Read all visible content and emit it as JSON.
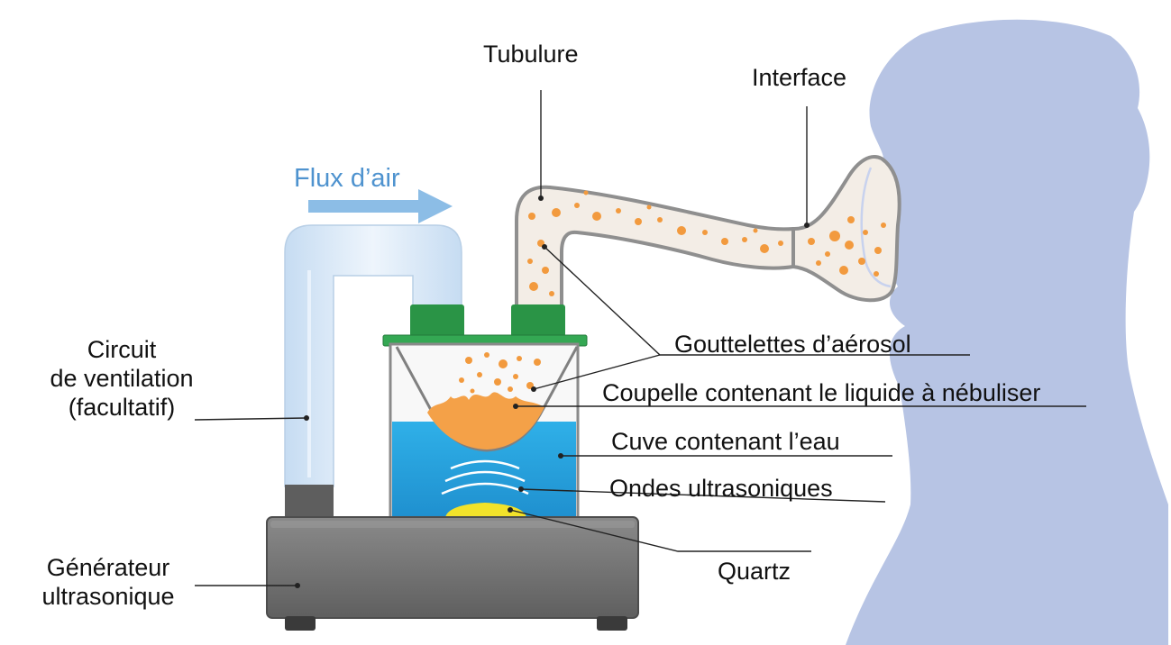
{
  "labels": {
    "tubulure": "Tubulure",
    "interface": "Interface",
    "flux_air": "Flux d’air",
    "circuit_line1": "Circuit",
    "circuit_line2": "de ventilation",
    "circuit_line3": "(facultatif)",
    "gouttelettes": "Gouttelettes d’aérosol",
    "coupelle": "Coupelle contenant le liquide à nébuliser",
    "cuve": "Cuve contenant l’eau",
    "ondes": "Ondes ultrasoniques",
    "quartz": "Quartz",
    "generateur_line1": "Générateur",
    "generateur_line2": "ultrasonique"
  },
  "colors": {
    "silhouette": "#b7c4e4",
    "air_tube": "#d3e4f5",
    "air_arrow": "#8cbde6",
    "water": "#2aa4de",
    "liquid": "#f4a148",
    "droplet": "#f29a3e",
    "lid": "#2e9b4a",
    "quartz": "#f2e22a",
    "generator": "#6f6f6f"
  }
}
